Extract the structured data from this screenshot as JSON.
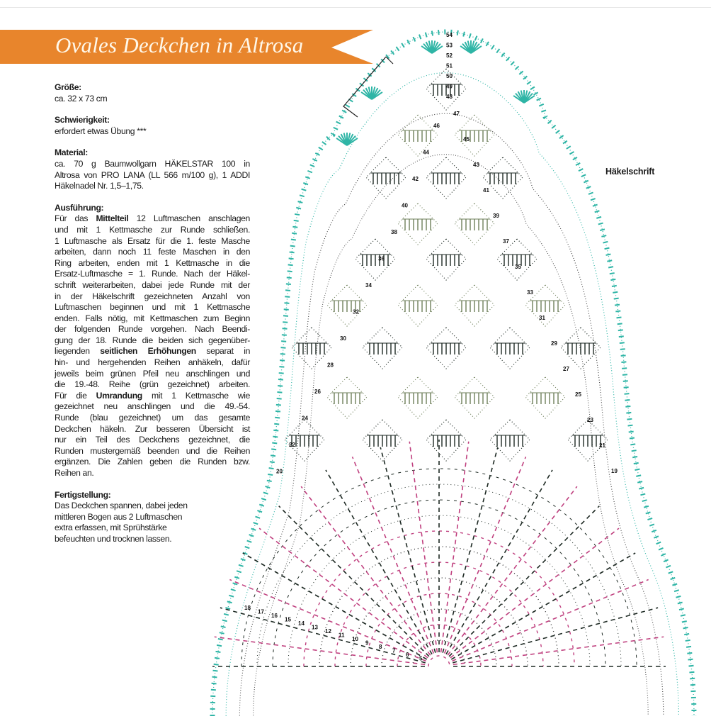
{
  "title": "Ovales Deckchen in Altrosa",
  "colors": {
    "banner": "#E8852C",
    "teal": "#2FB5A6",
    "pink": "#C0407F",
    "olive": "#6E7F5A",
    "dark": "#1E2A24"
  },
  "sections": [
    {
      "heading": "Größe:",
      "lines": [
        [
          {
            "t": "ca. 32 x 73 cm"
          }
        ]
      ]
    },
    {
      "heading": "Schwierigkeit:",
      "lines": [
        [
          {
            "t": "erfordert etwas Übung ***"
          }
        ]
      ]
    },
    {
      "heading": "Material:",
      "lines": [
        [
          {
            "t": "ca. 70 g Baumwollgarn HÄKELSTAR 100 in"
          }
        ],
        [
          {
            "t": "Altrosa von PRO LANA (LL 566 m/100 g), 1 ADDI"
          }
        ],
        [
          {
            "t": "Häkelnadel Nr. 1,5–1,75."
          }
        ]
      ]
    },
    {
      "heading": "Ausführung:",
      "lines": [
        [
          {
            "t": "Für das "
          },
          {
            "b": "Mittelteil"
          },
          {
            "t": " 12 Luftmaschen anschlagen"
          }
        ],
        [
          {
            "t": "und mit 1 Kettmasche zur Runde schließen."
          }
        ],
        [
          {
            "t": "1 Luftmasche als Ersatz für die 1. feste Masche"
          }
        ],
        [
          {
            "t": "arbeiten, dann noch 11 feste Maschen in den"
          }
        ],
        [
          {
            "t": "Ring arbeiten, enden mit 1 Kettmasche in die"
          }
        ],
        [
          {
            "t": "Ersatz-Luftmasche = 1. Runde. Nach der Häkel-"
          }
        ],
        [
          {
            "t": "schrift weiterarbeiten, dabei jede Runde mit der"
          }
        ],
        [
          {
            "t": "in der Häkelschrift gezeichneten Anzahl von"
          }
        ],
        [
          {
            "t": "Luftmaschen beginnen und mit 1 Kettmasche"
          }
        ],
        [
          {
            "t": "enden. Falls nötig, mit Kettmaschen zum Beginn"
          }
        ],
        [
          {
            "t": "der folgenden Runde vorgehen. Nach Beendi-"
          }
        ],
        [
          {
            "t": "gung der 18. Runde die beiden sich gegenüber-"
          }
        ],
        [
          {
            "t": "liegenden "
          },
          {
            "b": "seitlichen Erhöhungen"
          },
          {
            "t": " separat in"
          }
        ],
        [
          {
            "t": "hin- und hergehenden Reihen anhäkeln, dafür"
          }
        ],
        [
          {
            "t": "jeweils beim grünen Pfeil neu anschlingen und"
          }
        ],
        [
          {
            "t": "die 19.-48. Reihe (grün gezeichnet) arbeiten."
          }
        ],
        [
          {
            "t": "Für die "
          },
          {
            "b": "Umrandung"
          },
          {
            "t": " mit 1 Kettmasche wie"
          }
        ],
        [
          {
            "t": "gezeichnet neu anschlingen und die 49.-54."
          }
        ],
        [
          {
            "t": "Runde (blau gezeichnet) um das gesamte"
          }
        ],
        [
          {
            "t": "Deckchen häkeln. Zur besseren Übersicht ist"
          }
        ],
        [
          {
            "t": "nur ein Teil des Deckchens gezeichnet, die"
          }
        ],
        [
          {
            "t": "Runden mustergemäß beenden und die Reihen"
          }
        ],
        [
          {
            "t": "ergänzen. Die Zahlen geben die Runden bzw."
          }
        ],
        [
          {
            "t": "Reihen an."
          }
        ]
      ]
    },
    {
      "heading": "Fertigstellung:",
      "lines": [
        [
          {
            "t": "Das Deckchen spannen, dabei jeden"
          }
        ],
        [
          {
            "t": "mittleren Bogen aus 2 Luftmaschen"
          }
        ],
        [
          {
            "t": "extra erfassen, mit Sprühstärke"
          }
        ],
        [
          {
            "t": "befeuchten und trocknen lassen."
          }
        ]
      ]
    }
  ],
  "diagram": {
    "label": "Häkelschrift",
    "left_row_numbers": [
      "46",
      "44",
      "42",
      "40",
      "38",
      "36",
      "34",
      "32",
      "30",
      "28",
      "26",
      "24",
      "22",
      "20"
    ],
    "right_row_numbers": [
      "47",
      "45",
      "43",
      "41",
      "39",
      "37",
      "35",
      "33",
      "31",
      "29",
      "27",
      "25",
      "23",
      "21",
      "19"
    ],
    "top_row_numbers": [
      "54",
      "53",
      "52",
      "51",
      "50",
      "49",
      "48"
    ],
    "center_round_numbers": [
      "18",
      "17",
      "16",
      "15",
      "14",
      "13",
      "12",
      "11",
      "10",
      "9",
      "8",
      "7",
      "6",
      "5"
    ]
  }
}
